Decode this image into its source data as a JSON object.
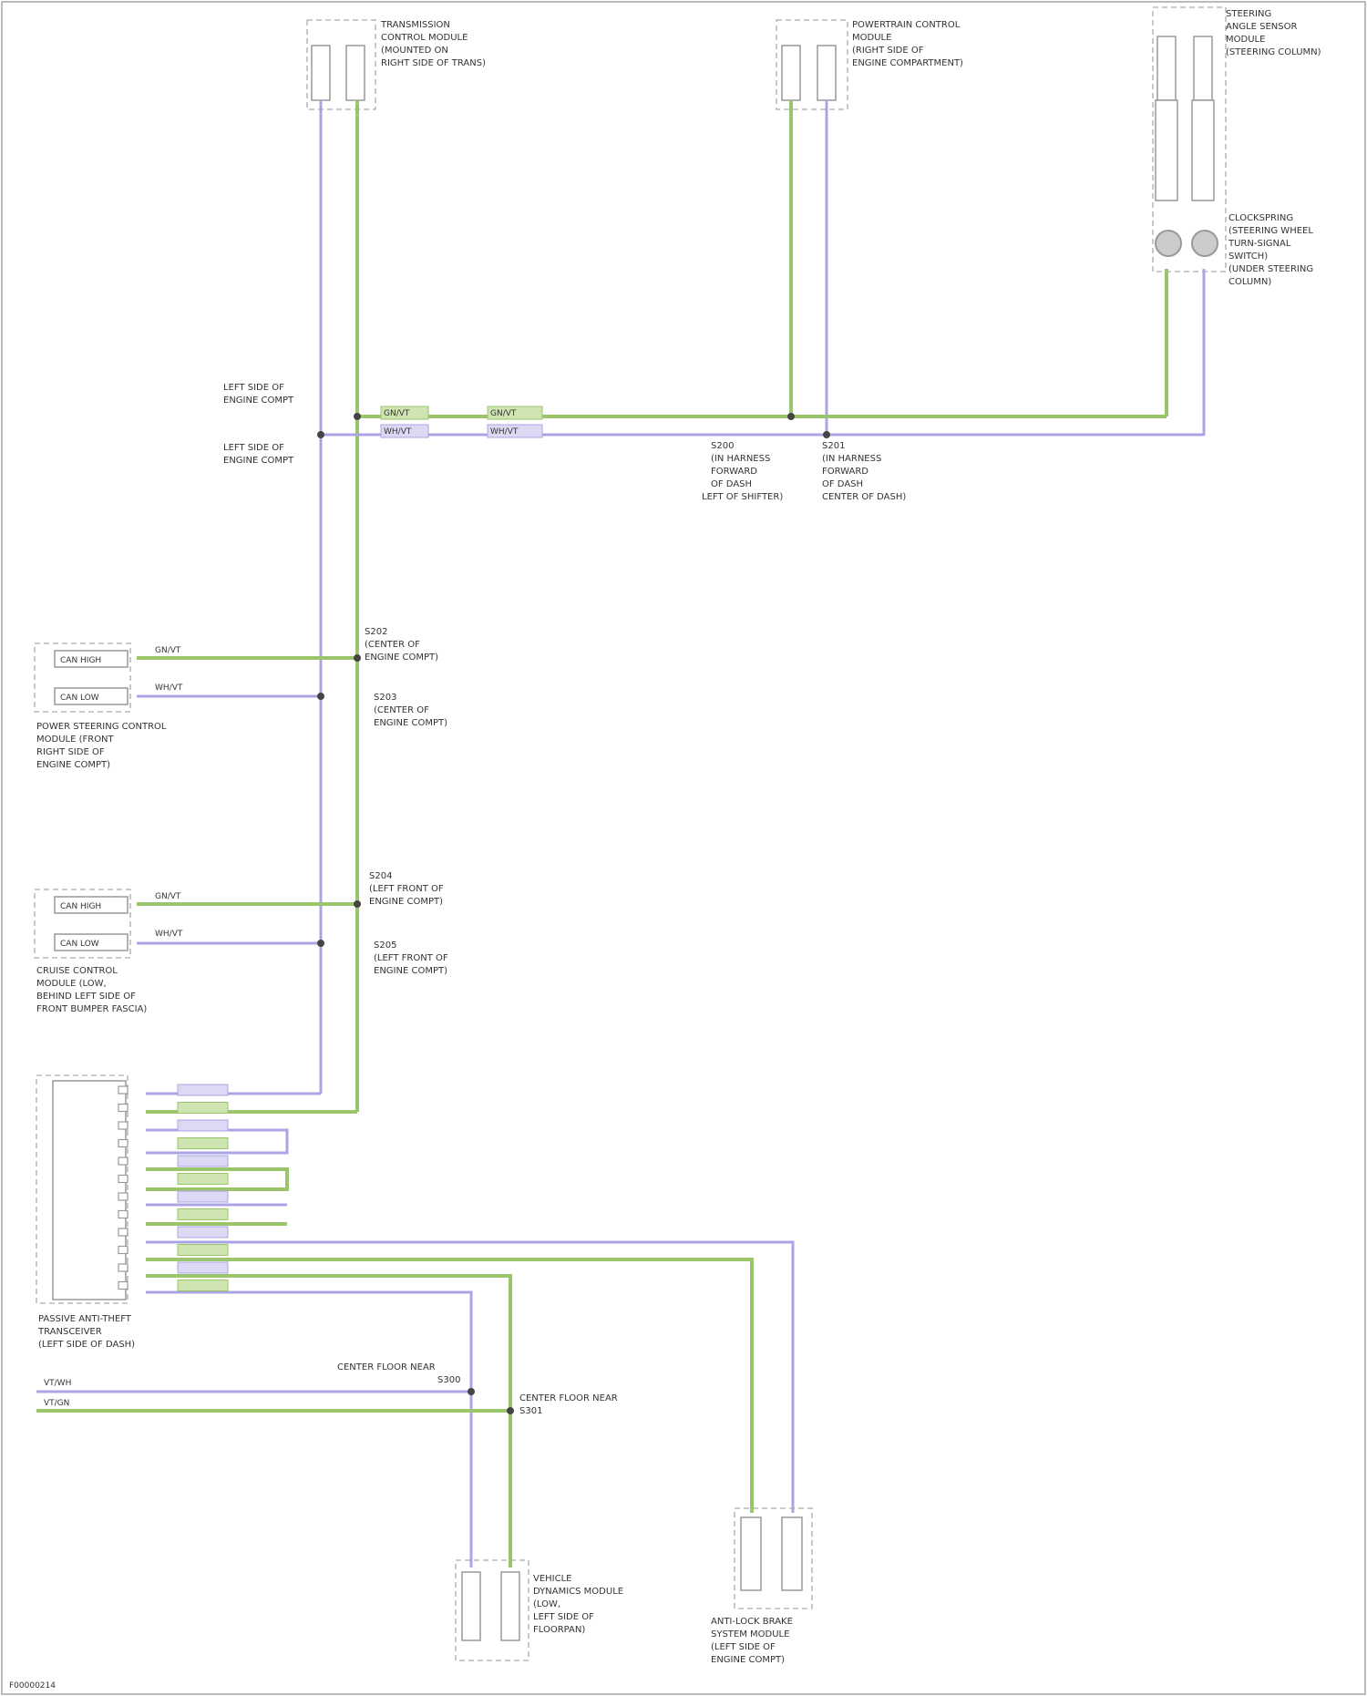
{
  "diagram": {
    "background": "#ffffff",
    "wire_colors": {
      "green": "#9bc56a",
      "violet": "#aba4e4"
    },
    "labels": {
      "tcm": [
        "TRANSMISSION",
        "CONTROL MODULE",
        "(MOUNTED ON",
        "RIGHT SIDE OF TRANS)"
      ],
      "ecm": [
        "POWERTRAIN CONTROL",
        "MODULE",
        "(RIGHT SIDE OF",
        "ENGINE COMPARTMENT)"
      ],
      "steer": [
        "STEERING",
        "ANGLE SENSOR",
        "MODULE",
        "(STEERING COLUMN)"
      ],
      "clock": [
        "CLOCKSPRING",
        "(STEERING WHEEL",
        "TURN-SIGNAL",
        "SWITCH)",
        "(UNDER STEERING",
        "COLUMN)"
      ],
      "spliceL1": [
        "LEFT SIDE OF",
        "ENGINE COMPT"
      ],
      "spliceL2": [
        "LEFT SIDE OF",
        "ENGINE COMPT"
      ],
      "spliceMid": [
        "S200",
        "(IN HARNESS",
        "FORWARD",
        "OF DASH",
        "LEFT OF SHIFTER)"
      ],
      "spliceMid2": [
        "S201",
        "(IN HARNESS",
        "FORWARD",
        "OF DASH",
        "CENTER OF DASH)"
      ],
      "s202": [
        "S202",
        "(CENTER OF",
        "ENGINE COMPT)"
      ],
      "s203": [
        "S203",
        "(CENTER OF",
        "ENGINE COMPT)"
      ],
      "s204": [
        "S204",
        "(LEFT FRONT OF",
        "ENGINE COMPT)"
      ],
      "s205": [
        "S205",
        "(LEFT FRONT OF",
        "ENGINE COMPT)"
      ],
      "module1": [
        "POWER STEERING CONTROL",
        "MODULE (FRONT",
        "RIGHT SIDE OF",
        "ENGINE COMPT)"
      ],
      "module2": [
        "CRUISE CONTROL",
        "MODULE (LOW,",
        "BEHIND LEFT SIDE OF",
        "FRONT BUMPER FASCIA)"
      ],
      "hub": [
        "PASSIVE ANTI-THEFT",
        "TRANSCEIVER",
        "(LEFT SIDE OF DASH)"
      ],
      "sensor": [
        "VEHICLE",
        "DYNAMICS MODULE",
        "(LOW,",
        "LEFT SIDE OF",
        "FLOORPAN)"
      ],
      "abs": [
        "ANTI-LOCK BRAKE",
        "SYSTEM MODULE",
        "(LEFT SIDE OF",
        "ENGINE COMPT)"
      ],
      "lowerS1": [
        "CENTER FLOOR NEAR",
        "S300"
      ],
      "lowerS2": [
        "CENTER FLOOR NEAR",
        "S301"
      ],
      "pins": [
        "CAN HIGH",
        "CAN LOW"
      ],
      "wires": [
        "GN/VT",
        "WH/VT",
        "VT/GN",
        "VT/WH"
      ],
      "footer": "F00000214"
    }
  }
}
